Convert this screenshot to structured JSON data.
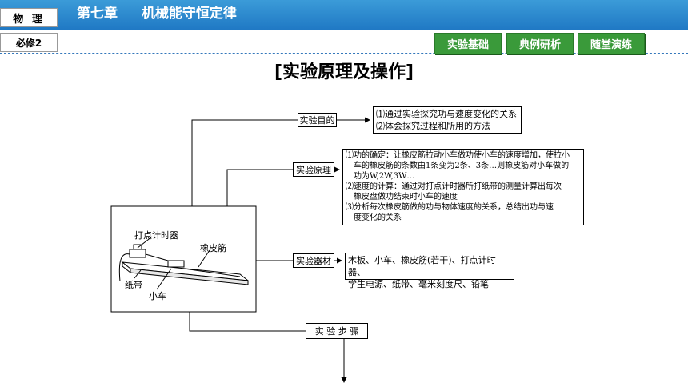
{
  "header": {
    "subject": "物 理",
    "chapter_number": "第七章",
    "chapter_title": "机械能守恒定律",
    "book": "必修2"
  },
  "nav": {
    "basics": "实验基础",
    "examples": "典例研析",
    "practice": "随堂演练"
  },
  "page_title": "[实验原理及操作]",
  "diagram": {
    "purpose_label": "实验目的",
    "purpose_lines": [
      "⑴通过实验探究功与速度变化的关系",
      "⑵体会探究过程和所用的方法"
    ],
    "principle_label": "实验原理",
    "principle_lines": [
      "⑴功的确定：让橡皮筋拉动小车做功使小车的速度增加，使拉小",
      "车的橡皮筋的条数由1条变为2条、3条…则橡皮筋对小车做的",
      "功为W,2W,3W…",
      "⑵速度的计算：通过对打点计时器所打纸带的测量计算出每次",
      "橡皮盘做功结束时小车的速度",
      "⑶分析每次橡皮筋做的功与物体速度的关系，总结出功与速",
      "度变化的关系"
    ],
    "equipment_label": "实验器材",
    "equipment_lines": [
      "木板、小车、橡皮筋(若干)、打点计时器、",
      "学生电源、纸带、毫米刻度尺、铅笔"
    ],
    "steps_label": "实 验 步 骤",
    "figure_labels": {
      "timer": "打点计时器",
      "rubber_band": "橡皮筋",
      "tape": "纸带",
      "cart": "小车"
    }
  }
}
